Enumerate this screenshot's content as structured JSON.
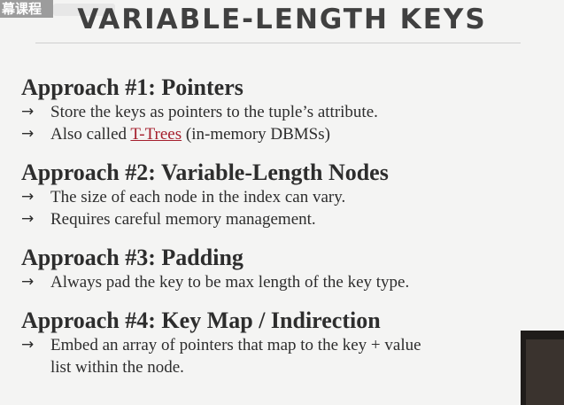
{
  "overlay": {
    "watermark_text": "幕课程"
  },
  "slide": {
    "title": "VARIABLE-LENGTH KEYS",
    "sections": [
      {
        "heading": "Approach #1: Pointers",
        "bullets": [
          {
            "text": "Store the keys as pointers to the tuple’s attribute."
          },
          {
            "prefix": "Also called ",
            "link": "T-Trees",
            "suffix": " (in-memory DBMSs)"
          }
        ]
      },
      {
        "heading": "Approach #2: Variable-Length Nodes",
        "bullets": [
          {
            "text": "The size of each node in the index can vary."
          },
          {
            "text": "Requires careful memory management."
          }
        ]
      },
      {
        "heading": "Approach #3: Padding",
        "bullets": [
          {
            "text": "Always pad the key to be max length of the key type."
          }
        ]
      },
      {
        "heading": "Approach #4: Key Map / Indirection",
        "bullets": [
          {
            "text": "Embed an array of pointers that map to the key + value",
            "continuation": "list within the node."
          }
        ]
      }
    ],
    "arrow_glyph": "→"
  },
  "colors": {
    "link": "#a51f2d",
    "background": "#f4f4f3",
    "title": "#404040"
  }
}
